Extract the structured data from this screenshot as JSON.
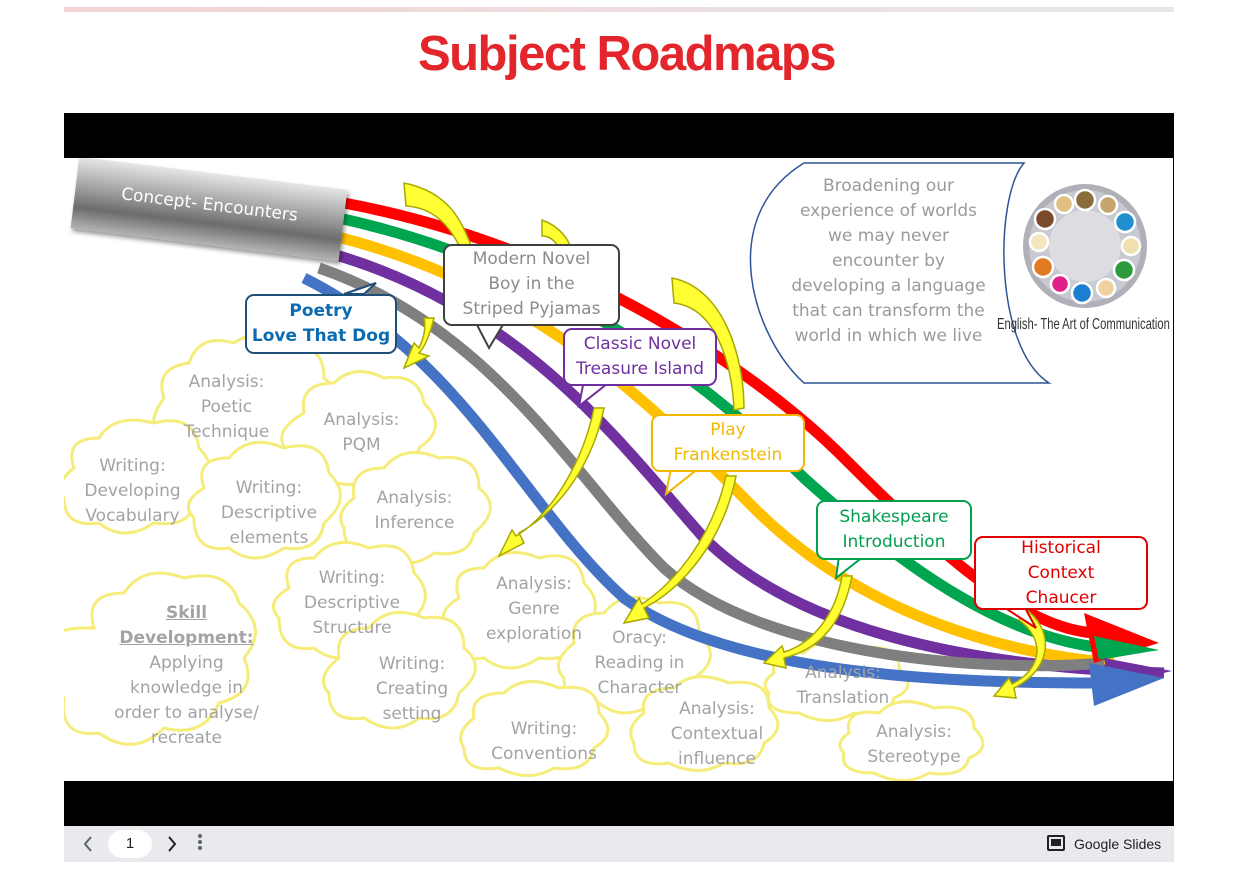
{
  "page": {
    "title": "Subject Roadmaps"
  },
  "slide": {
    "concept_label": "Concept- Encounters",
    "scroll_text": "Broadening our experience of worlds we may never encounter by developing a language that can transform the world in which we live",
    "logo_caption": "English- The Art of Communication",
    "units": [
      {
        "line1": "Poetry",
        "line2": "Love That Dog",
        "color": "#0b6bb0"
      },
      {
        "line1": "Modern Novel",
        "line2": "Boy in the",
        "line3": "Striped Pyjamas",
        "color": "#3f3f3f"
      },
      {
        "line1": "Classic Novel",
        "line2": "Treasure Island",
        "color": "#7030a0"
      },
      {
        "line1": "Play",
        "line2": "Frankenstein",
        "color": "#f2b800"
      },
      {
        "line1": "Shakespeare",
        "line2": "Introduction",
        "color": "#00a04e"
      },
      {
        "line1": "Historical",
        "line2": "Context",
        "line3": "Chaucer",
        "color": "#e00000"
      }
    ],
    "clouds": [
      {
        "l1": "Analysis:",
        "l2": "Poetic",
        "l3": "Technique"
      },
      {
        "l1": "Analysis:",
        "l2": "PQM"
      },
      {
        "l1": "Writing:",
        "l2": "Developing",
        "l3": "Vocabulary"
      },
      {
        "l1": "Writing:",
        "l2": "Descriptive",
        "l3": "elements"
      },
      {
        "l1": "Analysis:",
        "l2": "Inference"
      },
      {
        "l1": "Writing:",
        "l2": "Descriptive",
        "l3": "Structure"
      },
      {
        "l1": "Skill",
        "l2": "Development:",
        "l3": "Applying",
        "l4": "knowledge in",
        "l5": "order to analyse/",
        "l6": "recreate"
      },
      {
        "l1": "Analysis:",
        "l2": "Genre",
        "l3": "exploration"
      },
      {
        "l1": "Writing:",
        "l2": "Creating",
        "l3": "setting"
      },
      {
        "l1": "Oracy:",
        "l2": "Reading in",
        "l3": "Character"
      },
      {
        "l1": "Writing:",
        "l2": "Conventions"
      },
      {
        "l1": "Analysis:",
        "l2": "Contextual",
        "l3": "influence"
      },
      {
        "l1": "Analysis:",
        "l2": "Translation"
      },
      {
        "l1": "Analysis:",
        "l2": "Stereotype"
      }
    ]
  },
  "viewer": {
    "page_number": "1",
    "brand": "Google Slides",
    "prev_icon": "chevron-left-icon",
    "next_icon": "chevron-right-icon",
    "menu_icon": "more-vert-icon"
  }
}
